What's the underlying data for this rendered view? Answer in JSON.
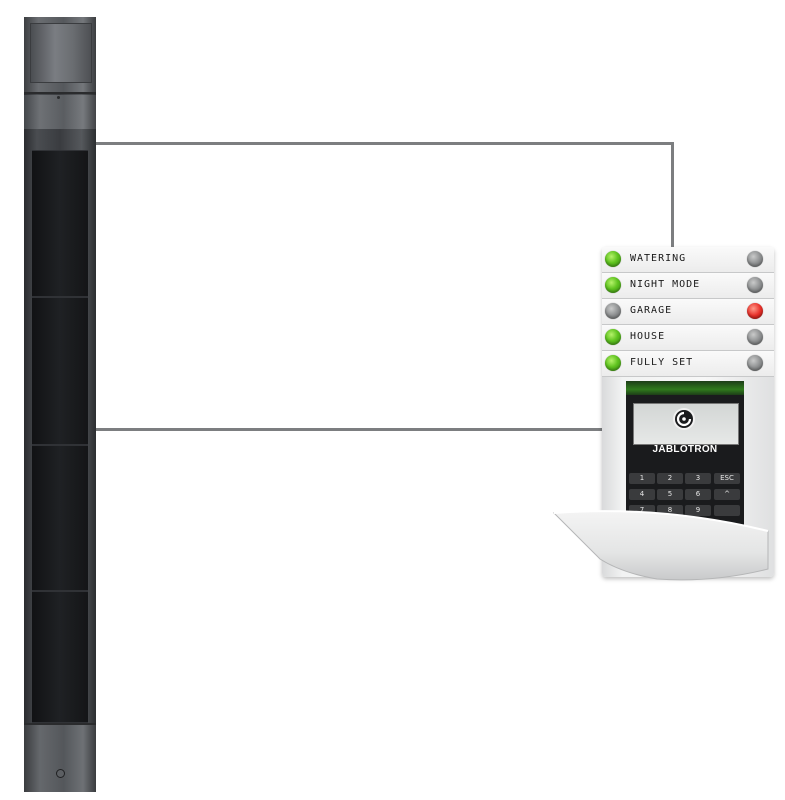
{
  "keypad": {
    "segments": [
      {
        "label": "WATERING",
        "left_led": "green",
        "right_led": "grey"
      },
      {
        "label": "NIGHT MODE",
        "left_led": "green",
        "right_led": "grey"
      },
      {
        "label": "GARAGE",
        "left_led": "grey",
        "right_led": "red"
      },
      {
        "label": "HOUSE",
        "left_led": "green",
        "right_led": "grey"
      },
      {
        "label": "FULLY SET",
        "left_led": "green",
        "right_led": "grey"
      }
    ],
    "brand": "JABLOTRON",
    "keys": [
      "1",
      "2",
      "3",
      "ESC",
      "4",
      "5",
      "6",
      "^",
      "7",
      "8",
      "9",
      ""
    ]
  },
  "colors": {
    "led_green": "#5fc31f",
    "led_red": "#e8302a",
    "led_grey": "#8d8f90",
    "line": "#7c7e80"
  }
}
